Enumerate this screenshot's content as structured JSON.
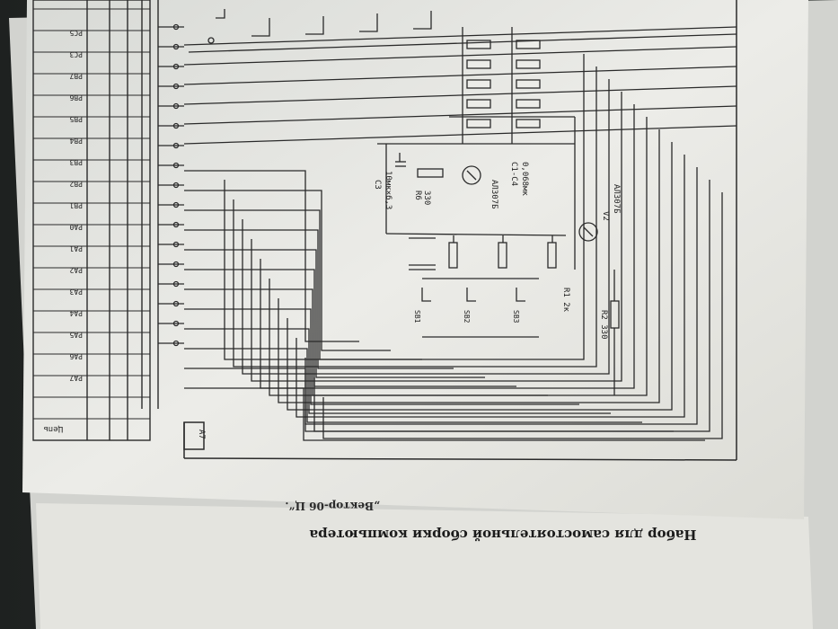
{
  "document": {
    "caption": "Набор для самостоятельной сборки компьютера",
    "caption_fragment": "„Вектор-06 Ц“."
  },
  "schematic": {
    "connector_label": "A7",
    "header_label": "Цепь",
    "signals": [
      "PA7",
      "PA6",
      "PA5",
      "PA4",
      "PA3",
      "PA2",
      "PA1",
      "PA0",
      "PB1",
      "PB2",
      "PB3",
      "PB4",
      "PB5",
      "PB6",
      "PB7",
      "PC3",
      "PC5"
    ],
    "components": {
      "c3": "C3",
      "c3_value": "10мк×6,3",
      "r6": "R6",
      "r6_value": "330",
      "r1": "R1 2к",
      "r2": "R2 330",
      "v2": "V2",
      "v2_type": "АЛ307Б",
      "v4_type": "АЛ307Б",
      "c4": "C1-C4",
      "c4_value": "0,068мк",
      "s_labels": [
        "SB1",
        "SB2",
        "SB3"
      ]
    }
  },
  "colors": {
    "paper": "#e9e9e4",
    "ink": "#2a2a2a",
    "background": "#2e3230"
  }
}
